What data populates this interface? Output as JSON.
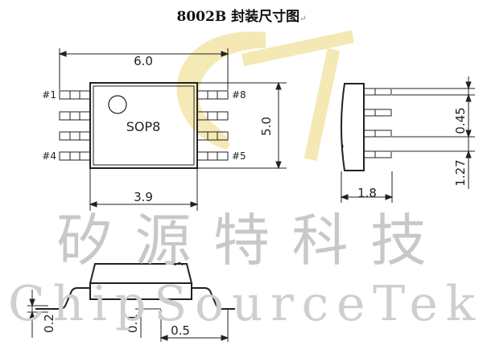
{
  "title": {
    "text": "8002B 封装尺寸图",
    "mark": "↵"
  },
  "package": {
    "name": "SOP8",
    "pins": {
      "p1": "#1",
      "p4": "#4",
      "p5": "#5",
      "p8": "#8"
    }
  },
  "dimensions": {
    "overall_width": "6.0",
    "body_width": "3.9",
    "body_length": "5.0",
    "thickness": "1.8",
    "lead_width": "0.45",
    "pitch": "1.27",
    "lead_thickness": "0.2",
    "standoff": "0.1",
    "lead_length": "0.5"
  },
  "watermark": {
    "chinese": "矽源特科技",
    "english": "ChipSourceTek"
  },
  "colors": {
    "line": "#222222",
    "watermark": "#c8c8c8",
    "logo": "#f3e6a8"
  }
}
